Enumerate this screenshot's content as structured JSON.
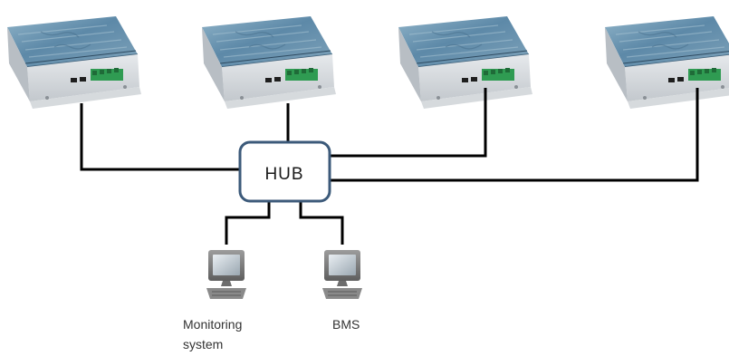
{
  "hub": {
    "label": "HUB"
  },
  "devices": [
    {
      "id": "device-1"
    },
    {
      "id": "device-2"
    },
    {
      "id": "device-3"
    },
    {
      "id": "device-4"
    }
  ],
  "computers": [
    {
      "label_line1": "Monitoring",
      "label_line2": "system"
    },
    {
      "label_line1": "BMS",
      "label_line2": ""
    }
  ],
  "colors": {
    "cable": "#000000",
    "hub_border": "#3c5a7a",
    "device_top": "#6f97b3",
    "device_body": "#d7dbdf",
    "terminal_green": "#2f9b52"
  }
}
